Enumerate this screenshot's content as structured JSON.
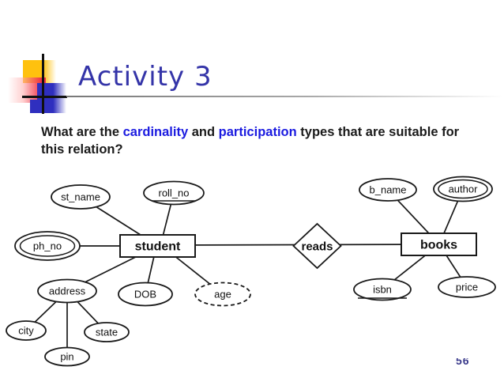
{
  "slide": {
    "title": "Activity 3",
    "page_number": "56",
    "question": {
      "text_before": "What are the ",
      "term_1": "cardinality",
      "text_middle": " and ",
      "term_2": "participation",
      "text_after": " types that are suitable for this relation?"
    }
  },
  "colors": {
    "title_text": "#3434a8",
    "question_text": "#1a1a1a",
    "question_highlight": "#1b1be0",
    "diagram_stroke": "#1a1a1a",
    "logo_yellow": "#ffc10e",
    "logo_red": "#ee3045",
    "logo_blue": "#2f2fbf",
    "page_number_text": "#3b3b8c"
  },
  "diagram": {
    "type": "entity-relationship",
    "student": {
      "label": "student",
      "shape": "rectangle",
      "attributes": [
        {
          "name": "st_name",
          "notation": "simple"
        },
        {
          "name": "roll_no",
          "notation": "key (underlined)"
        },
        {
          "name": "ph_no",
          "notation": "multivalued (double ellipse)"
        },
        {
          "name": "address",
          "notation": "composite",
          "components": [
            {
              "name": "city"
            },
            {
              "name": "state"
            },
            {
              "name": "pin"
            }
          ]
        },
        {
          "name": "DOB",
          "notation": "simple"
        },
        {
          "name": "age",
          "notation": "derived (dashed ellipse)"
        }
      ]
    },
    "relationship": {
      "label": "reads",
      "shape": "diamond",
      "connects": [
        "student",
        "books"
      ]
    },
    "books": {
      "label": "books",
      "shape": "rectangle",
      "attributes": [
        {
          "name": "b_name",
          "notation": "simple"
        },
        {
          "name": "author",
          "notation": "multivalued (double ellipse)"
        },
        {
          "name": "isbn",
          "notation": "key (underlined)"
        },
        {
          "name": "price",
          "notation": "simple"
        }
      ]
    }
  }
}
